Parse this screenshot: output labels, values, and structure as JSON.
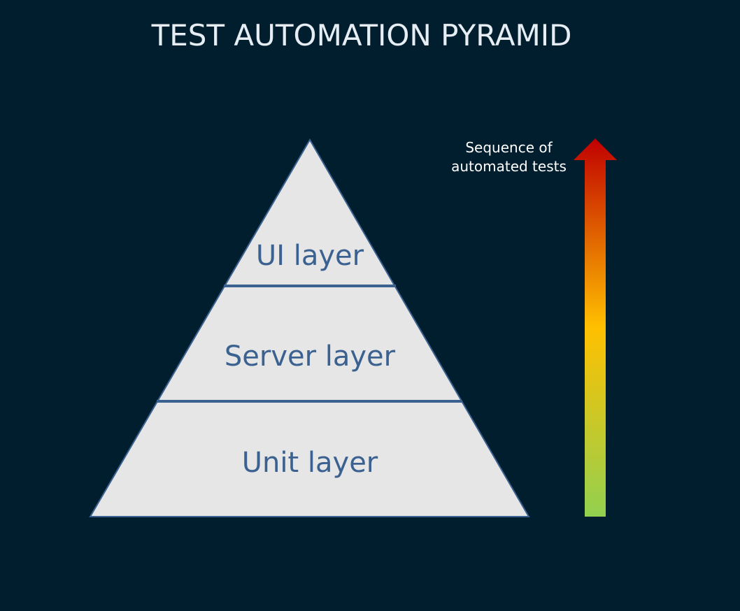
{
  "title": "TEST AUTOMATION PYRAMID",
  "pyramid": {
    "layers": [
      {
        "label": "UI layer"
      },
      {
        "label": "Server layer"
      },
      {
        "label": "Unit layer"
      }
    ],
    "fill_color": "#e6e6e6",
    "outline_color": "#3b6190",
    "text_color": "#3b6190"
  },
  "sequence_arrow": {
    "label_line1": "Sequence of",
    "label_line2": "automated tests",
    "gradient_top_color": "#c00000",
    "gradient_middle_color": "#ffc000",
    "gradient_bottom_color": "#92d050"
  },
  "colors": {
    "background": "#011e2f",
    "title": "#e6edf3"
  }
}
